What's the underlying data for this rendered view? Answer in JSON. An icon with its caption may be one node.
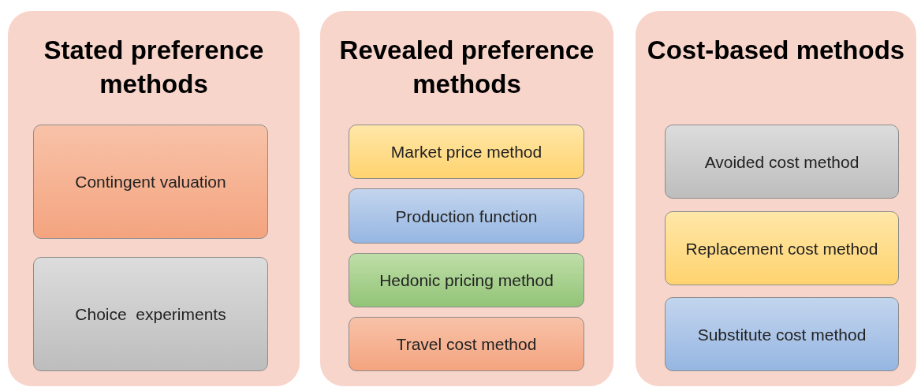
{
  "diagram": {
    "nodes": [
      {
        "text": [
          "Stated preference methods"
        ]
      },
      {
        "text": [
          "Contingent valuation"
        ],
        "in": 0
      },
      {
        "text": [
          "Choice  experiments"
        ],
        "in": 0
      },
      {
        "text": [
          "Revealed preference methods"
        ]
      },
      {
        "text": [
          "Market price method"
        ],
        "in": 3
      },
      {
        "text": [
          "Production function"
        ],
        "in": 3
      },
      {
        "text": [
          "Hedonic pricing method"
        ],
        "in": 3
      },
      {
        "text": [
          "Travel cost method"
        ],
        "in": 3
      },
      {
        "text": [
          "Cost-based methods"
        ]
      },
      {
        "text": [
          "Avoided cost method"
        ],
        "in": 8
      },
      {
        "text": [
          "Replacement cost method"
        ],
        "in": 8
      },
      {
        "text": [
          "Substitute cost method"
        ],
        "in": 8
      }
    ]
  }
}
